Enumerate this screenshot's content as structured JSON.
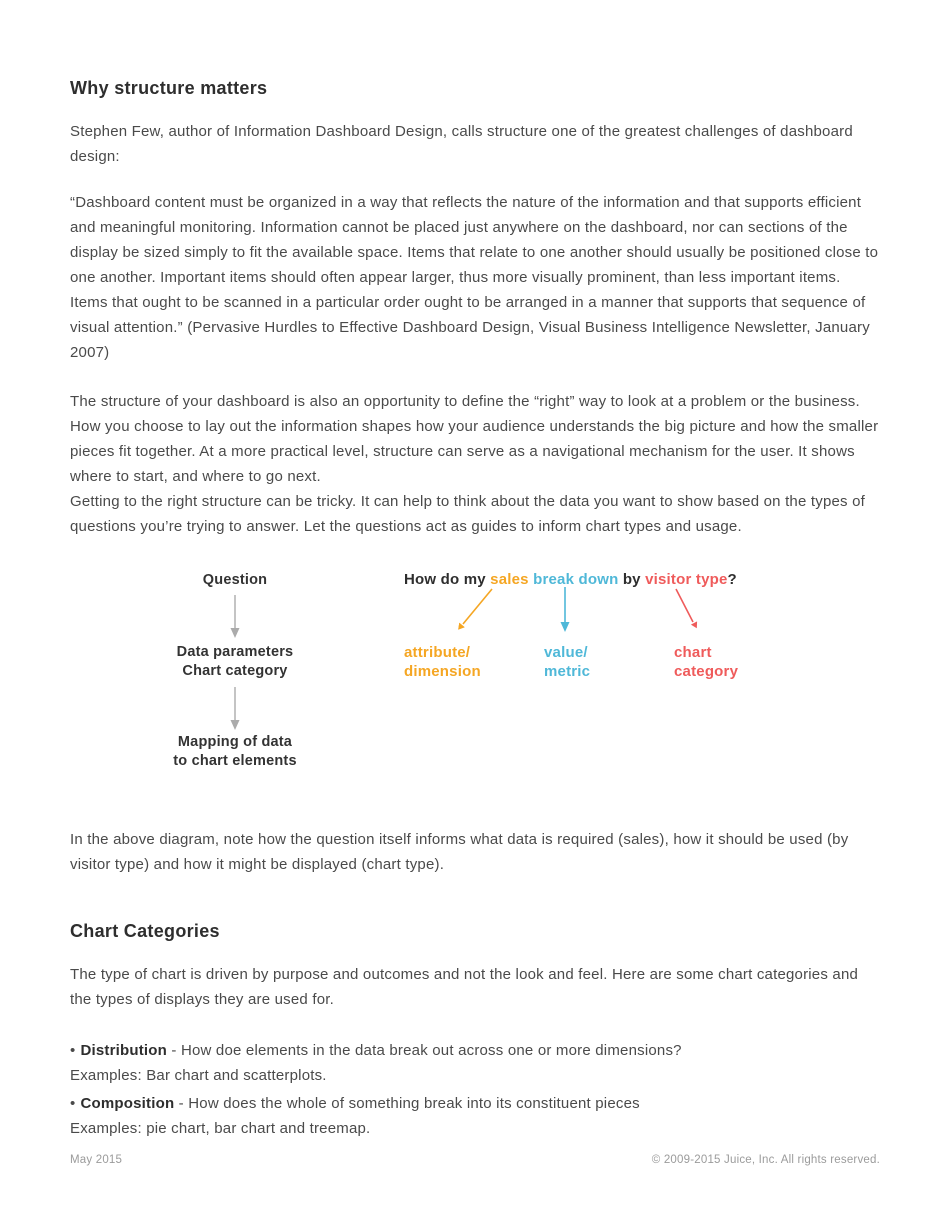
{
  "colors": {
    "orange": "#F5A623",
    "cyan": "#4FB8D8",
    "red": "#EF5B5B",
    "gray_arrow": "#ABABAB",
    "body_text": "#4A4A4A",
    "heading": "#2E2E2E",
    "footer": "#9B9B9B"
  },
  "doc": {
    "section_structure": {
      "heading": "Why structure matters",
      "intro": "Stephen Few, author of Information Dashboard Design, calls structure one of the greatest challenges of dashboard design:",
      "quote": "“Dashboard content must be organized in a way that reflects the nature of the information and that supports efficient and meaningful monitoring. Information cannot be placed just anywhere on the dashboard, nor can sections of the display be sized simply to fit the available space. Items that relate to one another should usually be positioned close to one another. Important items should often appear larger, thus more visually prominent, than less important items. Items that ought to be scanned in a particular order ought to be arranged in a manner that supports that sequence of visual attention.” (Pervasive Hurdles to Effective Dashboard Design, Visual Business Intelligence Newsletter, January 2007)",
      "para_structure": "The structure of your dashboard is also an opportunity to define the “right” way to look at a problem or the business. How you choose to lay out the information shapes how your audience understands the big picture and how the smaller pieces fit together. At a more practical level, structure can serve as a navigational mechanism for the user. It shows where to start, and where to go next.",
      "para_getting": "Getting to the right structure can be tricky. It can help to think about the data you want to show based on the types of questions you’re trying to answer.  Let the questions act as guides to inform chart types and usage."
    },
    "diagram": {
      "flow": {
        "step1": "Question",
        "step2a": "Data parameters",
        "step2b": "Chart category",
        "step3a": "Mapping of data",
        "step3b": "to chart elements"
      },
      "question": {
        "p1": "How do my ",
        "p2": "sales",
        "p3": " break down ",
        "p4": "by ",
        "p5": "visitor type",
        "p6": "?"
      },
      "labels": {
        "attribute_a": "attribute/",
        "attribute_b": "dimension",
        "value_a": "value/",
        "value_b": "metric",
        "chart_a": "chart",
        "chart_b": "category"
      }
    },
    "note": "In the above diagram, note how the question itself informs what data is required (sales), how it should be used (by visitor type) and how it might be displayed (chart type).",
    "section_categories": {
      "heading": "Chart Categories",
      "intro": "The type of chart is driven by purpose and outcomes and not the look and feel.  Here are some chart categories and the types of displays they are used for.",
      "bullet_char": "•",
      "items": [
        {
          "term": "Distribution",
          "desc": " - How doe elements in the data break out across one or more dimensions?",
          "examples": "Examples: Bar chart and scatterplots."
        },
        {
          "term": "Composition",
          "desc": " - How does the whole of something break into its constituent pieces",
          "examples": "Examples: pie chart, bar chart and treemap."
        }
      ]
    },
    "footer": {
      "left": "May 2015",
      "right": "© 2009-2015 Juice, Inc. All rights reserved."
    }
  }
}
